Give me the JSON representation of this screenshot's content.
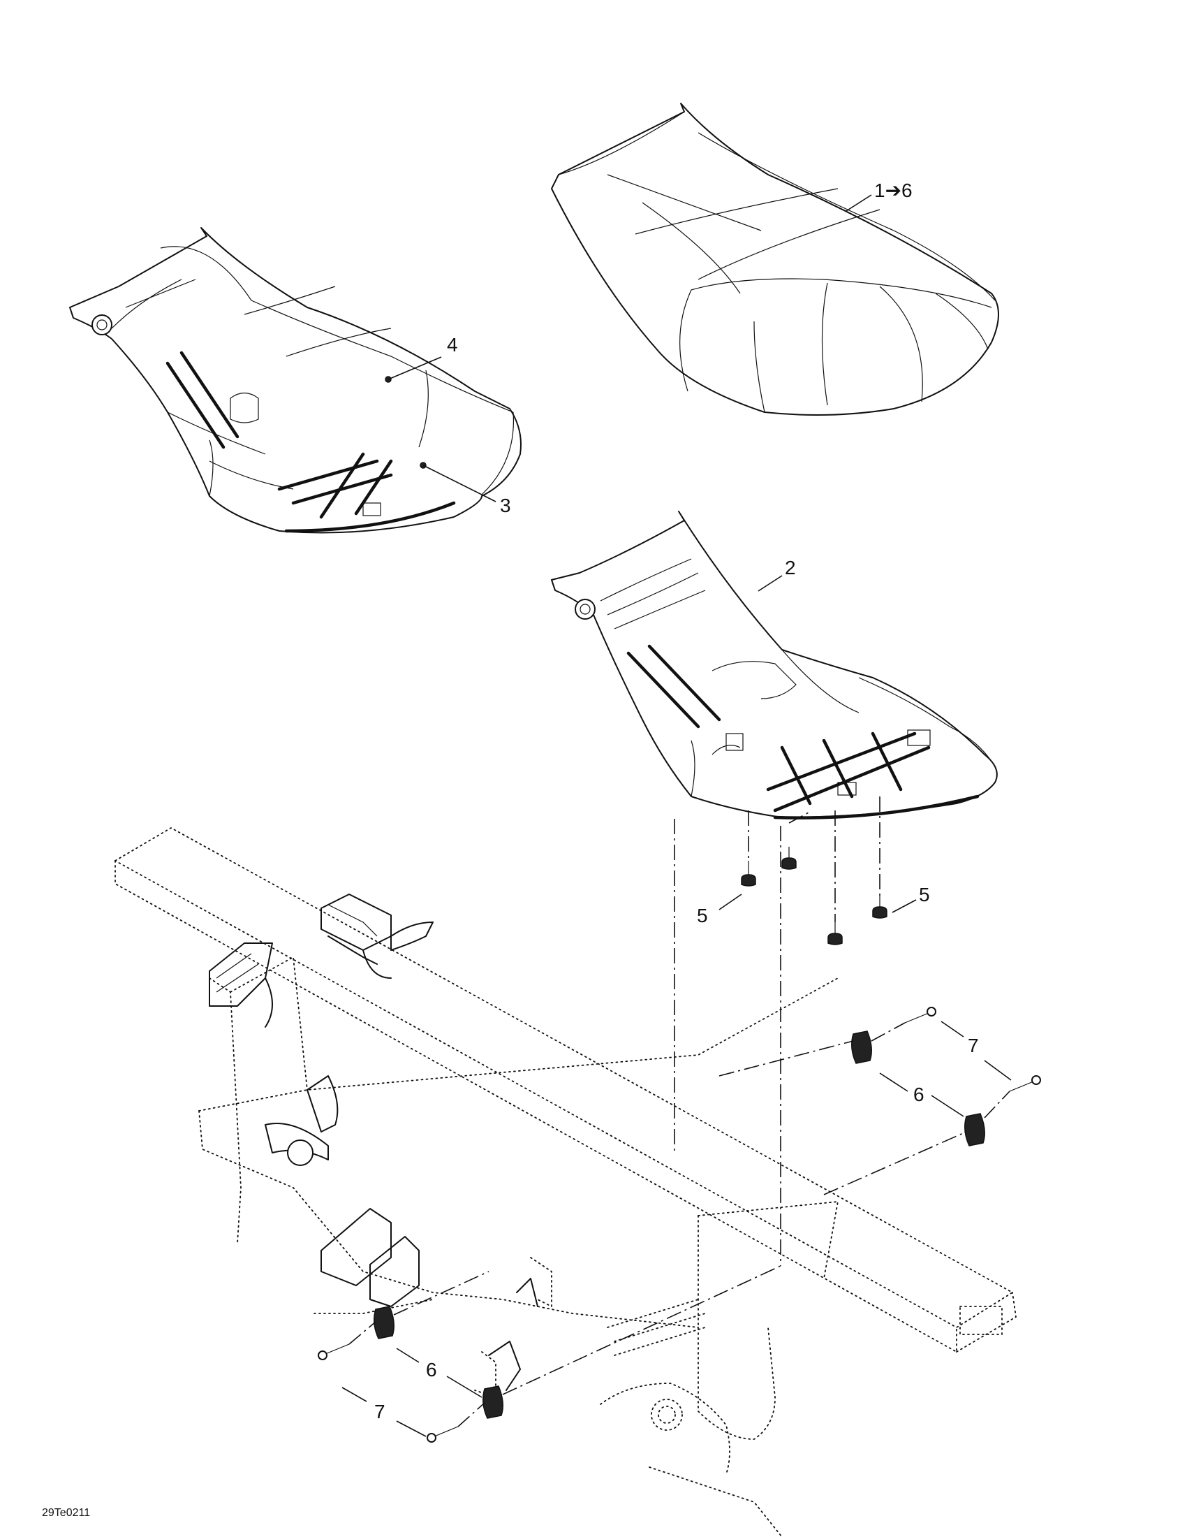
{
  "callouts": {
    "seat_kit": "1➔6",
    "base_2": "2",
    "cover_3": "3",
    "foam_4": "4",
    "bumper_left": "5",
    "bumper_right": "5",
    "clip_upper": "6",
    "clip_lower": "6",
    "screw_upper": "7",
    "screw_lower": "7"
  },
  "drawing_code": "29Te0211",
  "colors": {
    "line": "#111111",
    "background": "#ffffff"
  }
}
